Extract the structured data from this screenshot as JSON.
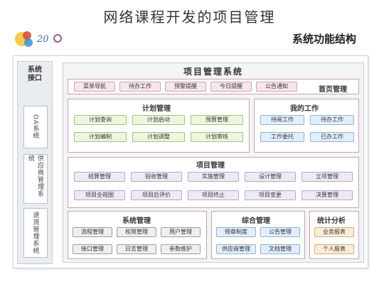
{
  "page_title": "网络课程开发的项目管理",
  "section_heading": "系统功能结构",
  "interface": {
    "title": "系统接口",
    "boxes": [
      "OA系统",
      "供应商管理系统",
      "退货管理系统"
    ]
  },
  "main_title": "项目管理系统",
  "homepage": {
    "title": "首页管理",
    "items": [
      "菜单导航",
      "待办工作",
      "预警提醒",
      "今日提醒",
      "公告通知"
    ]
  },
  "plan": {
    "title": "计划管理",
    "items": [
      "预算管理",
      "计划启动",
      "计划编制",
      "计划审核",
      "计划调整",
      "计划查询"
    ]
  },
  "mywork": {
    "title": "我的工作",
    "items": [
      "待办工作",
      "待阅工作",
      "已办工作",
      "工作委托"
    ]
  },
  "project": {
    "title": "项目管理",
    "items": [
      "立项管理",
      "设计管理",
      "实施管理",
      "验收管理",
      "结算管理",
      "决算管理",
      "项目变更",
      "项目终止",
      "项目后评价",
      "项目全视图"
    ]
  },
  "system": {
    "title": "系统管理",
    "items": [
      "用户管理",
      "权限管理",
      "流程管理",
      "参数维护",
      "日志管理",
      "接口管理"
    ]
  },
  "combined": {
    "title": "综合管理",
    "items": [
      "公告管理",
      "规章制度",
      "文档管理",
      "供应商管理"
    ]
  },
  "stats": {
    "title": "统计分析",
    "items": [
      "业务报表",
      "个人报表"
    ]
  }
}
